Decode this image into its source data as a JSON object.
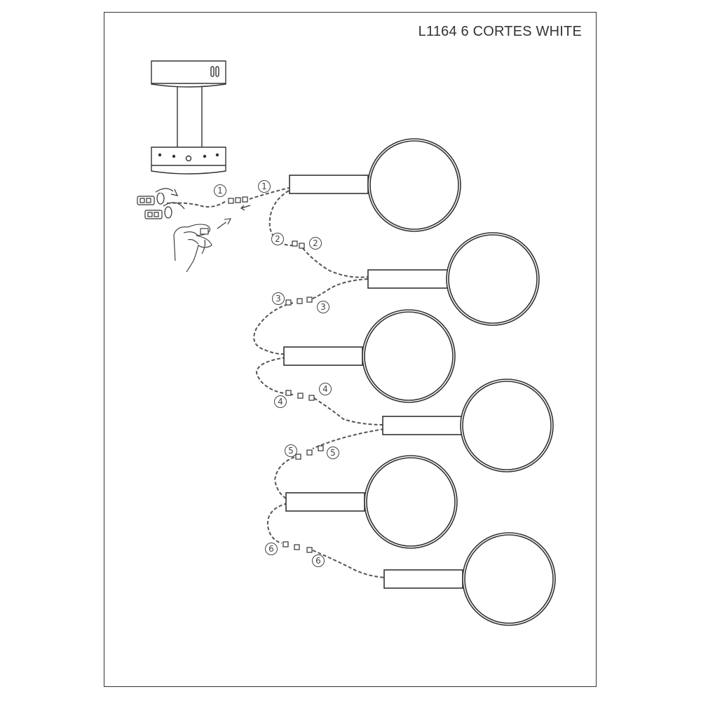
{
  "title": "L1164 6 CORTES WHITE",
  "colors": {
    "line": "#333333",
    "cable": "#555555",
    "background": "#ffffff"
  },
  "steps": [
    "1",
    "2",
    "3",
    "4",
    "5",
    "6"
  ],
  "icons": [
    "ceiling-canopy-icon",
    "terminal-connector-icon",
    "hand-icon",
    "pendant-lamp-icon",
    "wire-connector-icon"
  ]
}
